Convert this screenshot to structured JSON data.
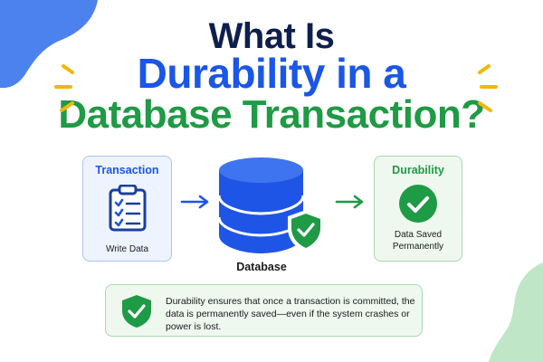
{
  "title": {
    "line1": "What Is",
    "line2": "Durability in a",
    "line3": "Database Transaction?"
  },
  "colors": {
    "navy": "#0f1f4d",
    "blue": "#1a56e8",
    "green": "#1f9a45",
    "accent_yellow": "#f2b705"
  },
  "diagram": {
    "transaction": {
      "heading": "Transaction",
      "caption": "Write Data",
      "icon": "clipboard-checklist-icon"
    },
    "database": {
      "label": "Database",
      "icon": "database-cylinder-icon",
      "badge_icon": "shield-check-icon"
    },
    "durability": {
      "heading": "Durability",
      "caption": "Data Saved Permanently",
      "icon": "check-circle-icon"
    },
    "arrows": [
      "arrow-right-icon",
      "arrow-right-icon"
    ]
  },
  "note": {
    "icon": "shield-check-icon",
    "text": "Durability ensures that once a transaction is committed, the data is permanently saved—even if the system crashes or power is lost."
  }
}
